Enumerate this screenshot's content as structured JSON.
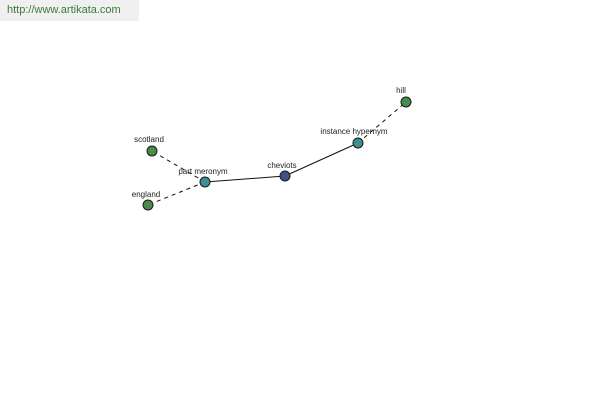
{
  "source_link": "http://www.artikata.com",
  "nodes": {
    "hill": {
      "label": "hill",
      "color": "#4a8a4a"
    },
    "instance_hypernym": {
      "label": "instance hypernym",
      "color": "#3f8f8f"
    },
    "cheviots": {
      "label": "cheviots",
      "color": "#474e8e"
    },
    "part_meronym": {
      "label": "part meronym",
      "color": "#3f8f8f"
    },
    "scotland": {
      "label": "scotland",
      "color": "#4a8a4a"
    },
    "england": {
      "label": "england",
      "color": "#4a8a4a"
    }
  },
  "edges": [
    {
      "from": "cheviots",
      "to": "instance_hypernym",
      "style": "solid"
    },
    {
      "from": "cheviots",
      "to": "part_meronym",
      "style": "solid"
    },
    {
      "from": "instance_hypernym",
      "to": "hill",
      "style": "dashed"
    },
    {
      "from": "part_meronym",
      "to": "scotland",
      "style": "dashed"
    },
    {
      "from": "part_meronym",
      "to": "england",
      "style": "dashed"
    }
  ],
  "colors": {
    "edge": "#111111",
    "node_outline": "#1a1a1a",
    "banner_bg": "#f0f0f0",
    "link": "#3a7a3a"
  }
}
